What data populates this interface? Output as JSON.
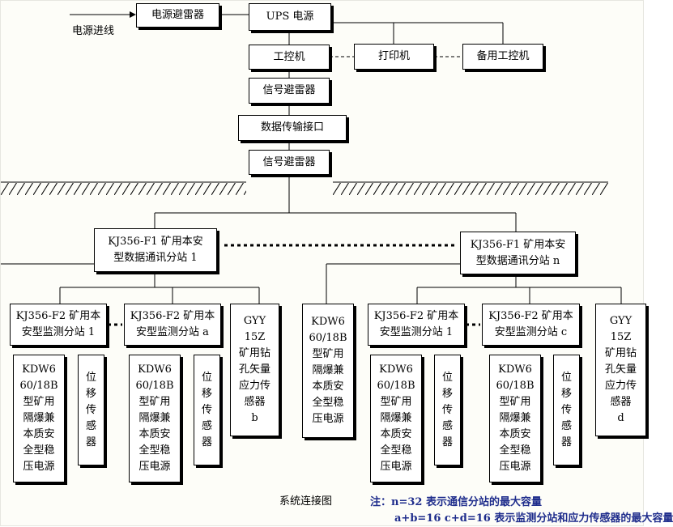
{
  "power_inlet_label": "电源进线",
  "power_arrester": "电源避雷器",
  "ups": "UPS 电源",
  "ipc": "工控机",
  "printer": "打印机",
  "backup_ipc": "备用工控机",
  "signal_arrester_top": "信号避雷器",
  "data_interface": "数据传输接口",
  "signal_arrester_bottom": "信号避雷器",
  "comm_station_1": "KJ356-F1 矿用本安\n型数据通讯分站 1",
  "comm_station_n": "KJ356-F1 矿用本安\n型数据通讯分站 n",
  "monitor_station_1": "KJ356-F2 矿用本\n安型监测分站 1",
  "monitor_station_a": "KJ356-F2 矿用本\n安型监测分站 a",
  "monitor_station_1b": "KJ356-F2 矿用本\n安型监测分站 1",
  "monitor_station_c": "KJ356-F2 矿用本\n安型监测分站 c",
  "power_supply": "KDW6\n60/18B\n型矿用\n隔爆兼\n本质安\n全型稳\n压电源",
  "power_supply_mid": "KDW6\n60/18B\n型矿用\n隔爆兼\n本质安\n全型稳\n压电源",
  "displacement_sensor": "位移传感器",
  "stress_sensor_b": "GYY\n15Z\n矿用钻\n孔矢量\n应力传\n感器\nb",
  "stress_sensor_d": "GYY\n15Z\n矿用钻\n孔矢量\n应力传\n感器\nd",
  "caption": "系统连接图",
  "note_line1": "注：n=32  表示通信分站的最大容量",
  "note_line2": "a+b=16    c+d=16  表示监测分站和应力传感器的最大容量"
}
